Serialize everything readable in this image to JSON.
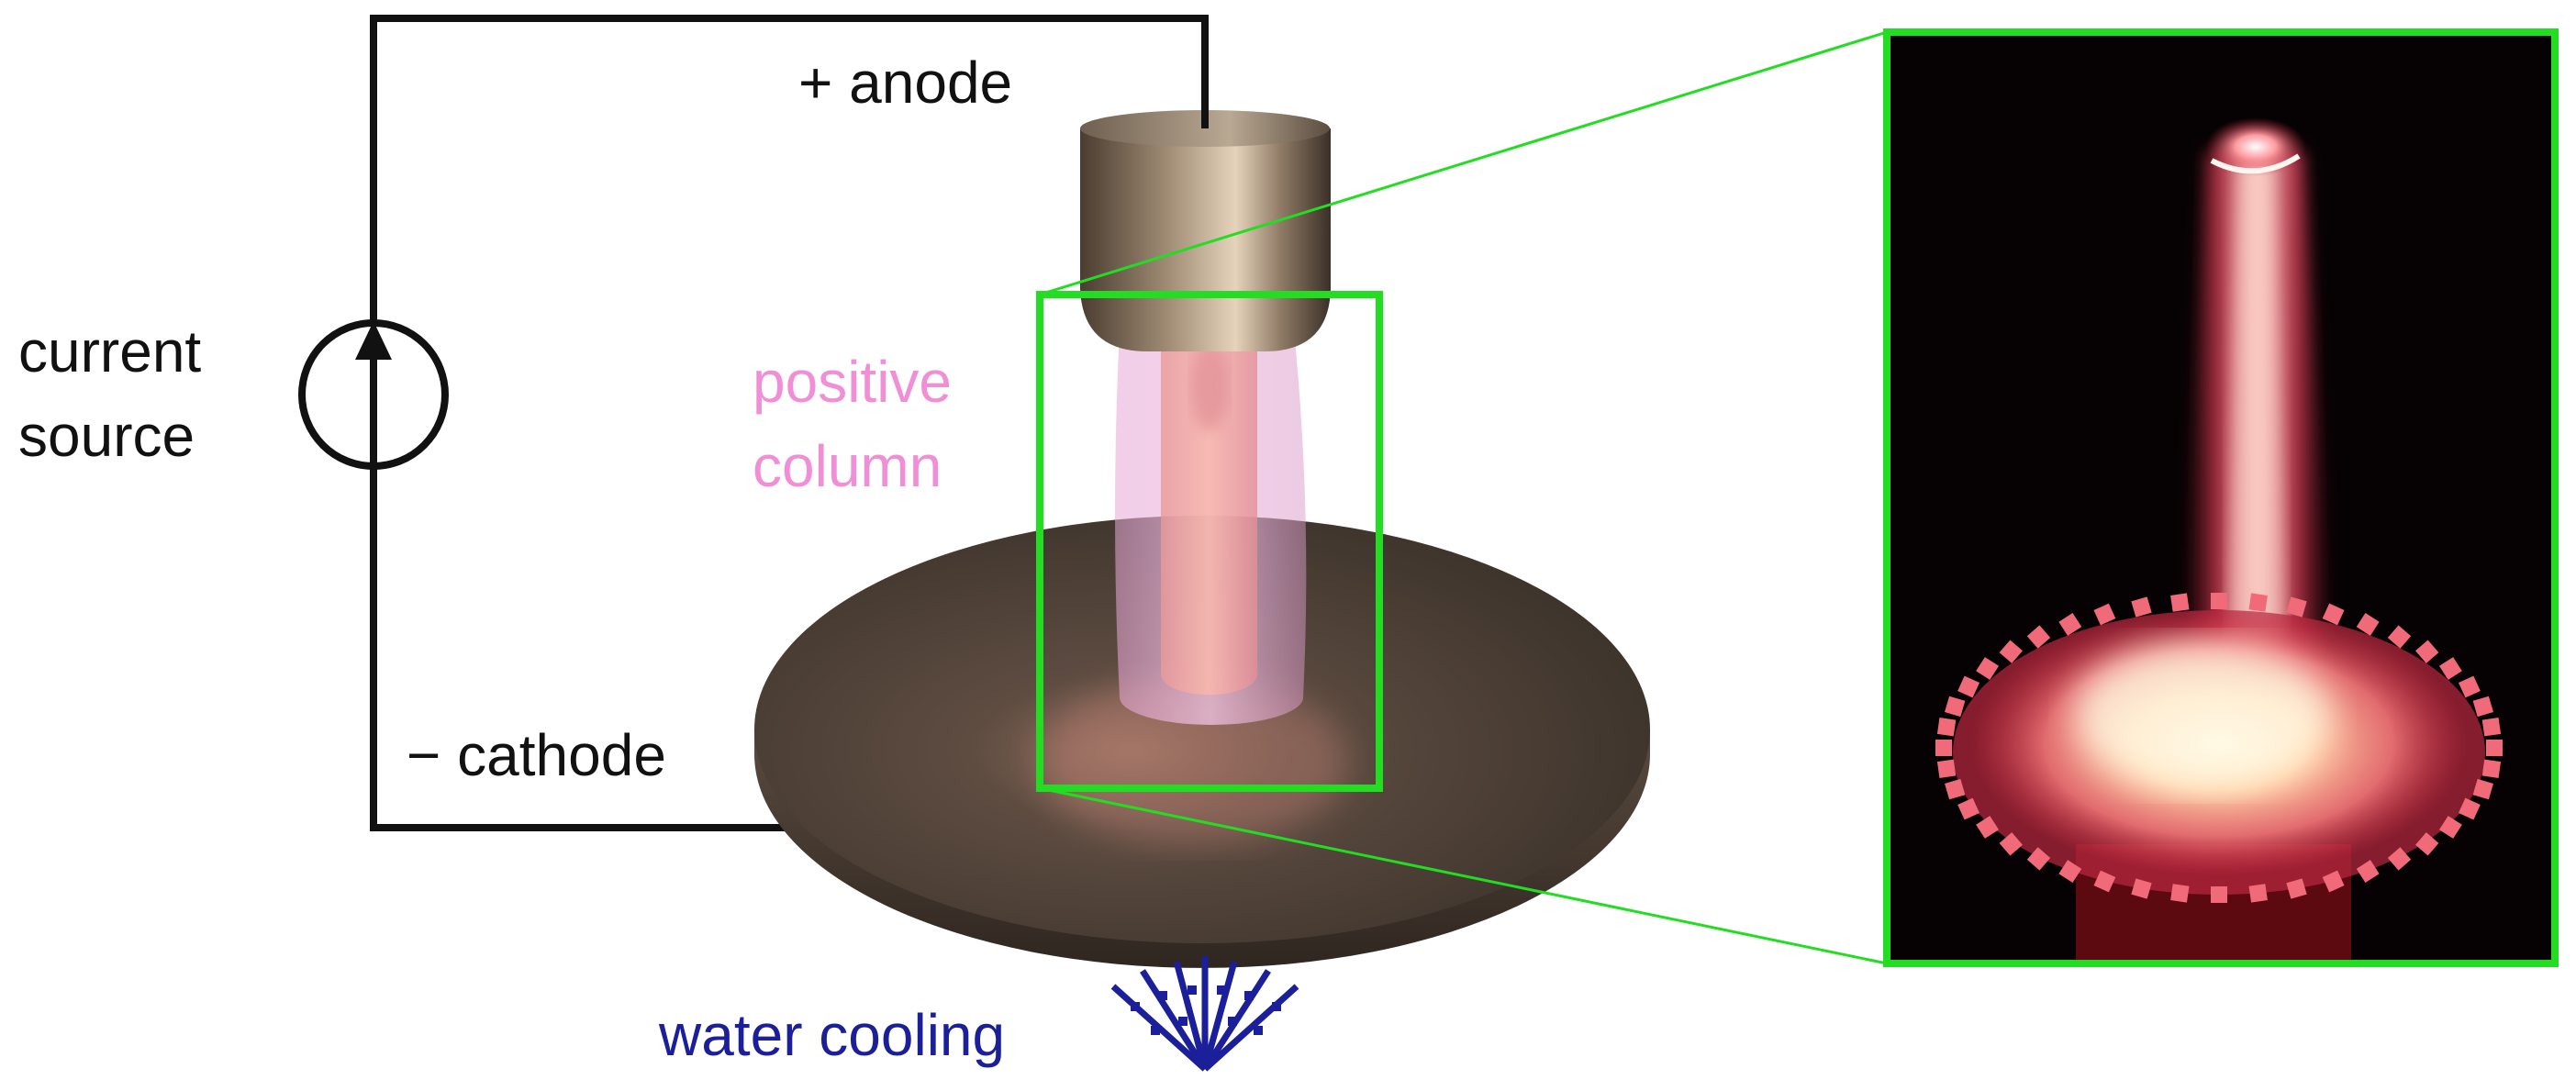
{
  "labels": {
    "anode": "+ anode",
    "cathode": "− cathode",
    "current_source_line1": "current",
    "current_source_line2": "source",
    "positive_column_line1": "positive",
    "positive_column_line2": "column",
    "water_cooling": "water cooling"
  },
  "icons": {
    "current_source": "current-source-icon",
    "water_cooling": "water-spray-icon"
  },
  "colors": {
    "text": "#111111",
    "wire": "#111111",
    "plasma_label": "#f08fd6",
    "water_label": "#1b1f99",
    "zoom_frame": "#22dd22",
    "electrode_metal": "#a08c74",
    "cathode_disk": "#4e4237",
    "photo_background": "#060203"
  }
}
